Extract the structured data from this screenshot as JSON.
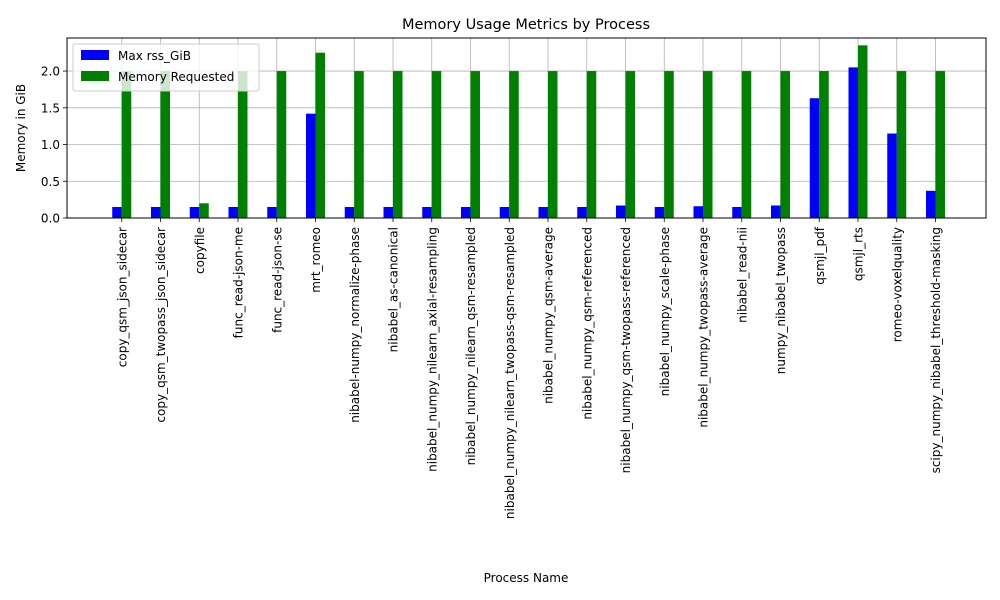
{
  "chart_data": {
    "type": "bar",
    "title": "Memory Usage Metrics by Process",
    "xlabel": "Process Name",
    "ylabel": "Memory in GiB",
    "ylim": [
      0,
      2.45
    ],
    "yticks": [
      "0.0",
      "0.5",
      "1.0",
      "1.5",
      "2.0"
    ],
    "grid": true,
    "legend_position": "upper-left",
    "categories": [
      "copy_qsm_json_sidecar",
      "copy_qsm_twopass_json_sidecar",
      "copyfile",
      "func_read-json-me",
      "func_read-json-se",
      "mrt_romeo",
      "nibabel-numpy_normalize-phase",
      "nibabel_as-canonical",
      "nibabel_numpy_nilearn_axial-resampling",
      "nibabel_numpy_nilearn_qsm-resampled",
      "nibabel_numpy_nilearn_twopass-qsm-resampled",
      "nibabel_numpy_qsm-average",
      "nibabel_numpy_qsm-referenced",
      "nibabel_numpy_qsm-twopass-referenced",
      "nibabel_numpy_scale-phase",
      "nibabel_numpy_twopass-average",
      "nibabel_read-nii",
      "numpy_nibabel_twopass",
      "qsmjl_pdf",
      "qsmjl_rts",
      "romeo-voxelquality",
      "scipy_numpy_nibabel_threshold-masking"
    ],
    "series": [
      {
        "name": "Max rss_GiB",
        "color": "#0000ff",
        "values": [
          0.15,
          0.15,
          0.15,
          0.15,
          0.15,
          1.42,
          0.15,
          0.15,
          0.15,
          0.15,
          0.15,
          0.15,
          0.15,
          0.17,
          0.15,
          0.16,
          0.15,
          0.17,
          1.63,
          2.05,
          1.15,
          0.37
        ]
      },
      {
        "name": "Memory Requested",
        "color": "#008000",
        "values": [
          2.0,
          2.0,
          0.2,
          2.0,
          2.0,
          2.25,
          2.0,
          2.0,
          2.0,
          2.0,
          2.0,
          2.0,
          2.0,
          2.0,
          2.0,
          2.0,
          2.0,
          2.0,
          2.0,
          2.35,
          2.0,
          2.0
        ]
      }
    ]
  }
}
